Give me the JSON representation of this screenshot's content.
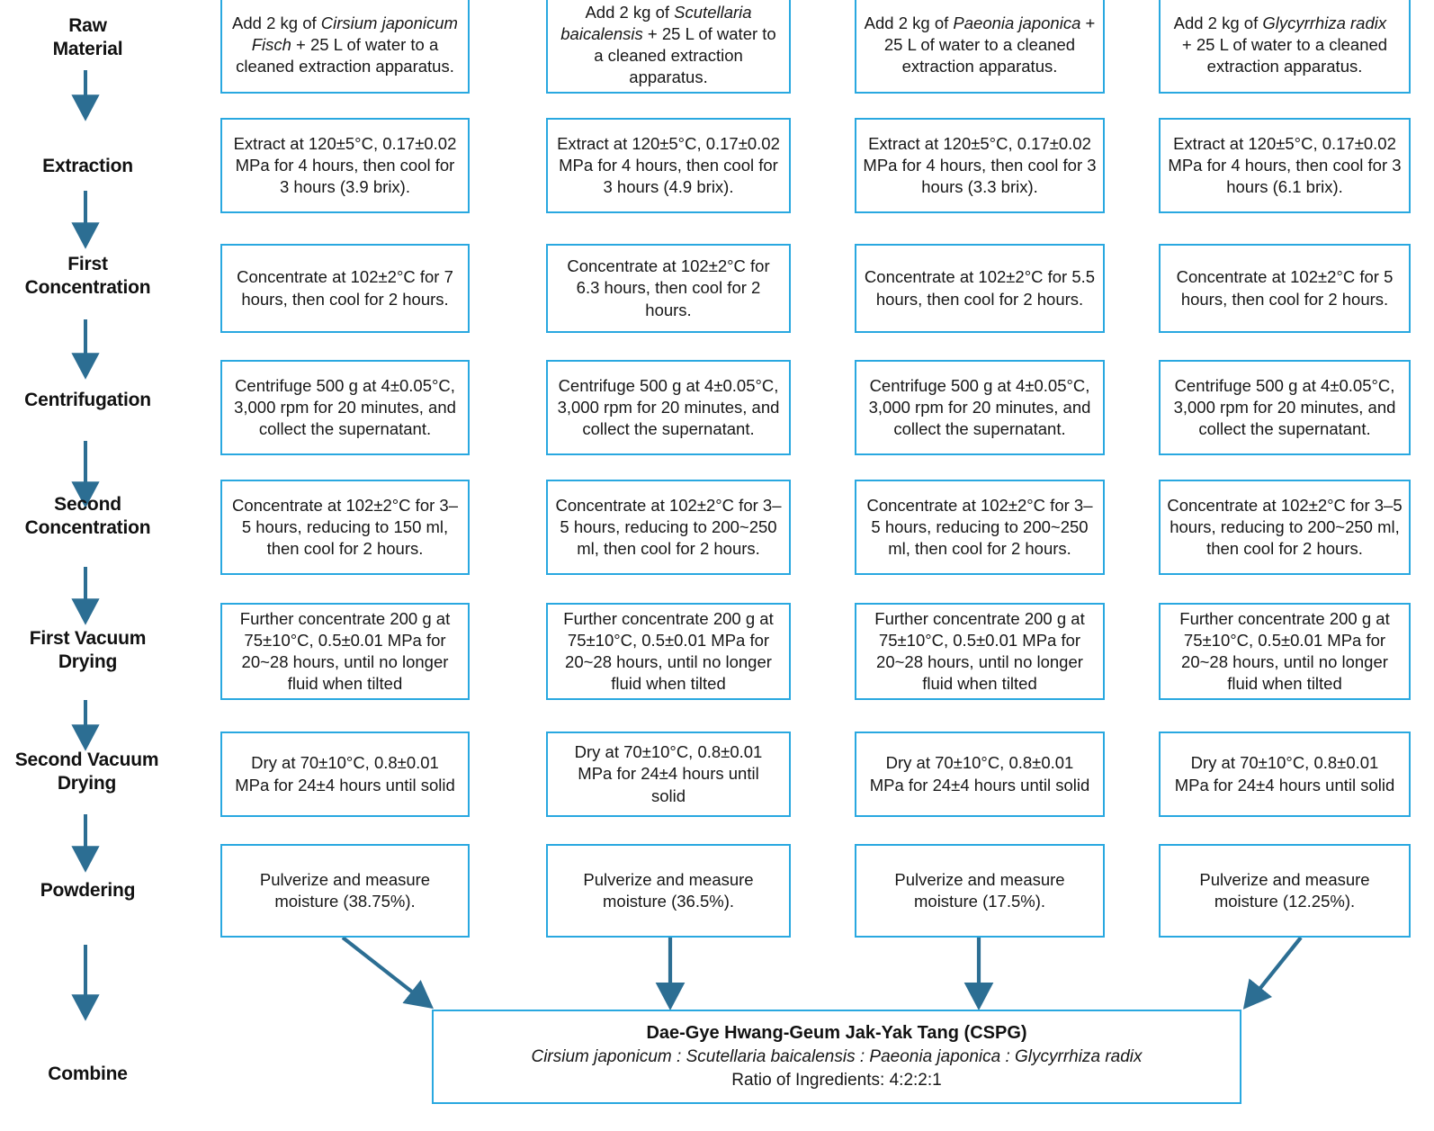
{
  "theme": {
    "box_border_color": "#29A8E0",
    "arrow_color": "#2C6E93",
    "text_color": "#171717",
    "background": "#ffffff"
  },
  "stages": [
    {
      "id": "raw-material",
      "label": "Raw\nMaterial"
    },
    {
      "id": "extraction",
      "label": "Extraction"
    },
    {
      "id": "first-concentration",
      "label": "First\nConcentration"
    },
    {
      "id": "centrifugation",
      "label": "Centrifugation"
    },
    {
      "id": "second-concentration",
      "label": "Second\nConcentration"
    },
    {
      "id": "first-vacuum-drying",
      "label": "First Vacuum\nDrying"
    },
    {
      "id": "second-vacuum-drying",
      "label": "Second Vacuum\nDrying"
    },
    {
      "id": "powdering",
      "label": "Powdering"
    },
    {
      "id": "combine",
      "label": "Combine"
    }
  ],
  "columns": [
    {
      "id": "col-cirsium",
      "herb": "Cirsium japonicum Fisch"
    },
    {
      "id": "col-scutellaria",
      "herb": "Scutellaria baicalensis"
    },
    {
      "id": "col-paeonia",
      "herb": "Paeonia japonica"
    },
    {
      "id": "col-glycyrrhiza",
      "herb": "Glycyrrhiza radix"
    }
  ],
  "cells": {
    "raw_material": [
      "Add 2 kg of <i>Cirsium japonicum Fisch</i> + 25 L of water to a cleaned extraction apparatus.",
      "Add 2 kg of <i>Scutellaria baicalensis</i> + 25 L of water to a cleaned extraction apparatus.",
      "Add 2 kg of <i>Paeonia japonica</i> + 25 L of water to a cleaned extraction apparatus.",
      "Add 2 kg of <i>Glycyrrhiza radix</i>&nbsp;&nbsp; + 25 L of water to a cleaned extraction apparatus."
    ],
    "extraction": [
      "Extract at 120±5&deg;C, 0.17±0.02 MPa for 4 hours, then cool for 3 hours (3.9 brix).",
      "Extract at 120±5&deg;C, 0.17±0.02 MPa for 4 hours, then cool for 3 hours (4.9 brix).",
      "Extract at 120±5&deg;C, 0.17±0.02 MPa for 4 hours, then cool for 3 hours (3.3 brix).",
      "Extract at 120±5&deg;C, 0.17±0.02 MPa for 4 hours, then cool for 3 hours (6.1 brix)."
    ],
    "first_concentration": [
      "Concentrate at 102±2&deg;C for 7 hours, then cool for 2 hours.",
      "Concentrate at 102±2&deg;C for 6.3 hours, then cool for 2 hours.",
      "Concentrate at 102±2&deg;C for 5.5 hours, then cool for 2 hours.",
      "Concentrate at 102±2&deg;C for 5 hours, then cool for 2 hours."
    ],
    "centrifugation": [
      "Centrifuge 500 g at 4±0.05&deg;C, 3,000 rpm for 20 minutes, and collect the supernatant.",
      "Centrifuge 500 g at 4±0.05&deg;C, 3,000 rpm for 20 minutes, and collect the supernatant.",
      "Centrifuge 500 g at 4±0.05&deg;C, 3,000 rpm for 20 minutes, and collect the supernatant.",
      "Centrifuge 500 g at 4±0.05&deg;C, 3,000 rpm for 20 minutes, and collect the supernatant."
    ],
    "second_concentration": [
      "Concentrate at 102±2&deg;C for 3&ndash;5 hours, reducing to 150 ml, then cool for 2 hours.",
      "Concentrate at 102±2&deg;C for 3&ndash;5 hours, reducing to 200~250 ml, then cool for 2 hours.",
      "Concentrate at 102±2&deg;C for 3&ndash;5 hours, reducing to 200~250 ml, then cool for 2 hours.",
      "Concentrate at 102±2&deg;C for 3&ndash;5 hours, reducing to 200~250 ml, then cool for 2 hours."
    ],
    "first_vacuum_drying": [
      "Further concentrate 200 g at 75±10&deg;C, 0.5±0.01 MPa for 20~28 hours, until no longer fluid when tilted",
      "Further concentrate 200 g at 75±10&deg;C, 0.5±0.01 MPa for 20~28 hours, until no longer fluid when tilted",
      "Further concentrate 200 g at 75±10&deg;C, 0.5±0.01 MPa for 20~28 hours, until no longer fluid when tilted",
      "Further concentrate 200 g at 75±10&deg;C, 0.5±0.01 MPa for 20~28 hours, until no longer fluid when tilted"
    ],
    "second_vacuum_drying": [
      "Dry at 70±10&deg;C, 0.8±0.01 MPa for 24±4 hours until solid",
      "Dry at 70±10&deg;C, 0.8±0.01 MPa for 24±4 hours until solid",
      "Dry at 70±10&deg;C, 0.8±0.01 MPa for 24±4 hours until solid",
      "Dry at 70±10&deg;C, 0.8±0.01 MPa for 24±4 hours until solid"
    ],
    "powdering": [
      "Pulverize and measure moisture (38.75%).",
      "Pulverize and measure moisture (36.5%).",
      "Pulverize and measure moisture (17.5%).",
      "Pulverize and measure moisture (12.25%)."
    ]
  },
  "combine": {
    "title": "Dae-Gye Hwang-Geum Jak-Yak Tang (CSPG)",
    "species": "Cirsium japonicum : Scutellaria baicalensis : Paeonia japonica : Glycyrrhiza  radix",
    "ratio": "Ratio of Ingredients: 4:2:2:1"
  }
}
